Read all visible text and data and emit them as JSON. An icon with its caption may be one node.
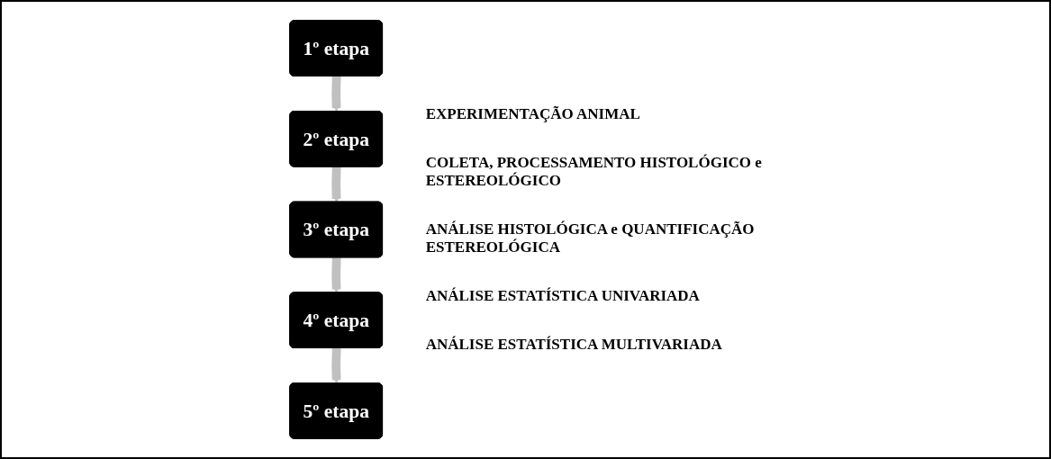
{
  "diagram": {
    "nodes": [
      {
        "text": [
          "1º etapa"
        ]
      },
      {
        "text": [
          "2º etapa"
        ]
      },
      {
        "text": [
          "3º etapa"
        ]
      },
      {
        "text": [
          "4º etapa"
        ]
      },
      {
        "text": [
          "5º etapa"
        ]
      }
    ],
    "edges": [
      {
        "from": 0,
        "to": 1,
        "arrow": "to"
      },
      {
        "from": 1,
        "to": 2,
        "arrow": "to"
      },
      {
        "from": 2,
        "to": 3,
        "arrow": "to"
      },
      {
        "from": 3,
        "to": 4,
        "arrow": "to"
      }
    ],
    "labels": [
      "EXPERIMENTAÇÃO ANIMAL",
      "COLETA, PROCESSAMENTO HISTOLÓGICO e ESTEREOLÓGICO",
      "ANÁLISE HISTOLÓGICA e QUANTIFICAÇÃO ESTEREOLÓGICA",
      "ANÁLISE ESTATÍSTICA UNIVARIADA",
      "ANÁLISE ESTATÍSTICA MULTIVARIADA"
    ]
  }
}
